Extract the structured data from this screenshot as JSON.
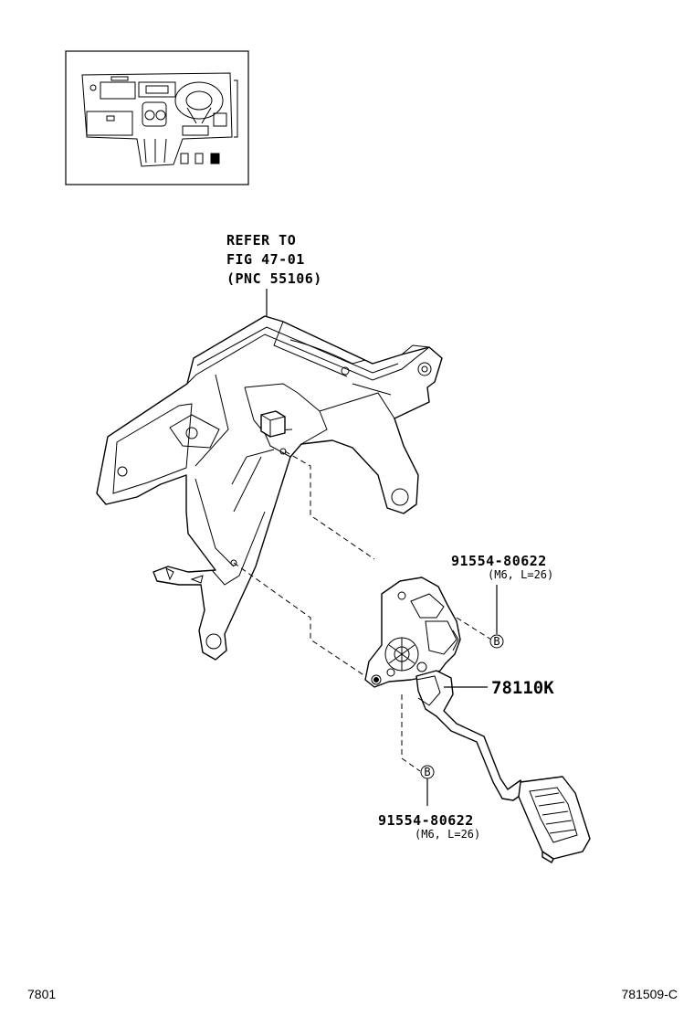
{
  "labels": {
    "refer_line1": "REFER TO",
    "refer_line2": "FIG 47-01",
    "refer_line3": "(PNC 55106)",
    "bolt_upper_part": "91554-80622",
    "bolt_upper_spec": "(M6, L=26)",
    "bolt_upper_marker": "B",
    "pedal_part": "78110K",
    "bolt_lower_part": "91554-80622",
    "bolt_lower_spec": "(M6, L=26)",
    "bolt_lower_marker": "B"
  },
  "footer": {
    "left_code": "7801",
    "right_code": "781509-C"
  }
}
